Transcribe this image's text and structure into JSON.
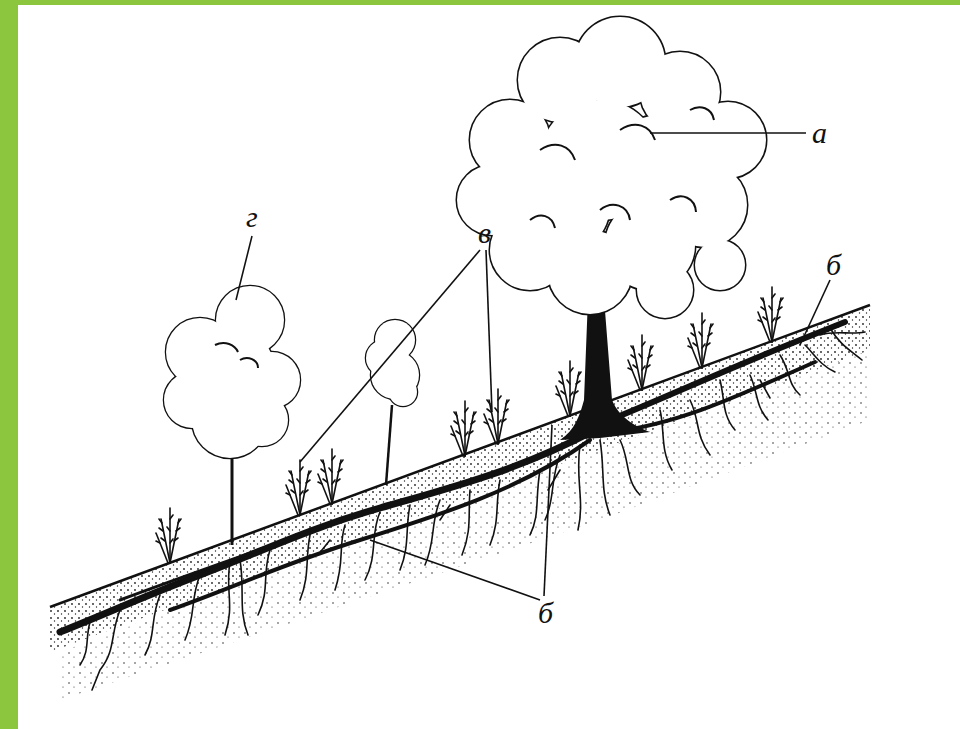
{
  "diagram": {
    "labels": [
      "а",
      "г",
      "в",
      "б",
      "б"
    ]
  }
}
